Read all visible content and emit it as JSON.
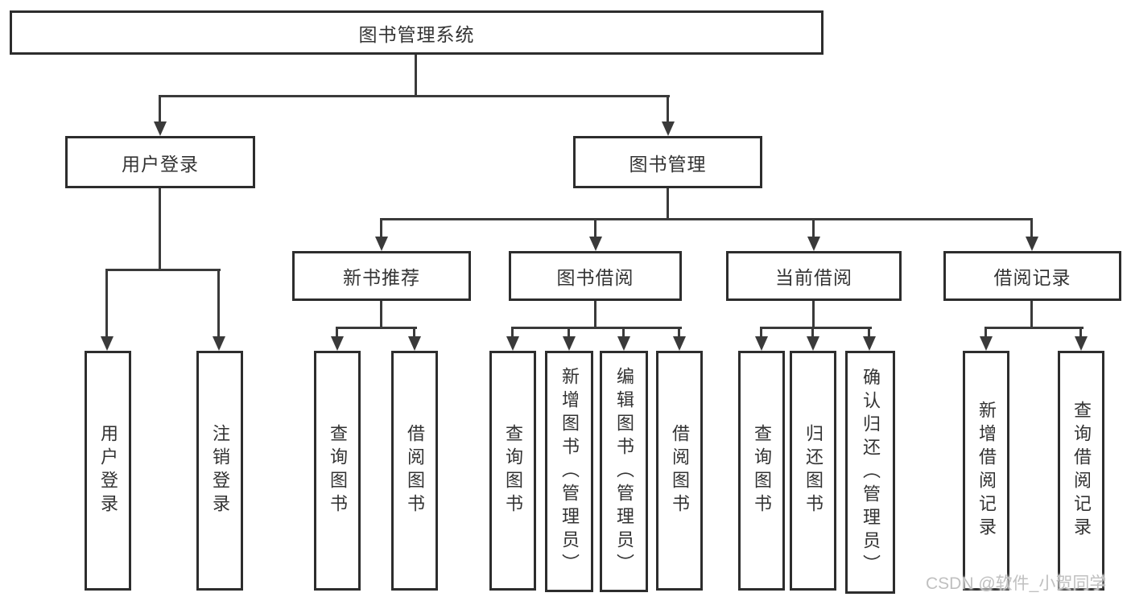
{
  "diagram_title": "图书管理系统",
  "tree": {
    "label": "图书管理系统",
    "children": [
      {
        "label": "用户登录",
        "children": [
          {
            "label": "用户登录"
          },
          {
            "label": "注销登录"
          }
        ]
      },
      {
        "label": "图书管理",
        "children": [
          {
            "label": "新书推荐",
            "children": [
              {
                "label": "查询图书"
              },
              {
                "label": "借阅图书"
              }
            ]
          },
          {
            "label": "图书借阅",
            "children": [
              {
                "label": "查询图书"
              },
              {
                "label": "新增图书（管理员）"
              },
              {
                "label": "编辑图书（管理员）"
              },
              {
                "label": "借阅图书"
              }
            ]
          },
          {
            "label": "当前借阅",
            "children": [
              {
                "label": "查询图书"
              },
              {
                "label": "归还图书"
              },
              {
                "label": "确认归还（管理员）"
              }
            ]
          },
          {
            "label": "借阅记录",
            "children": [
              {
                "label": "新增借阅记录"
              },
              {
                "label": "查询借阅记录"
              }
            ]
          }
        ]
      }
    ]
  },
  "watermark": {
    "text": "CSDN @软件_小贺同学"
  },
  "colors": {
    "line": "#3a3a3a",
    "box_border": "#2d2d2d",
    "text": "#333333",
    "watermark": "#c0c0c0",
    "background": "#ffffff"
  }
}
